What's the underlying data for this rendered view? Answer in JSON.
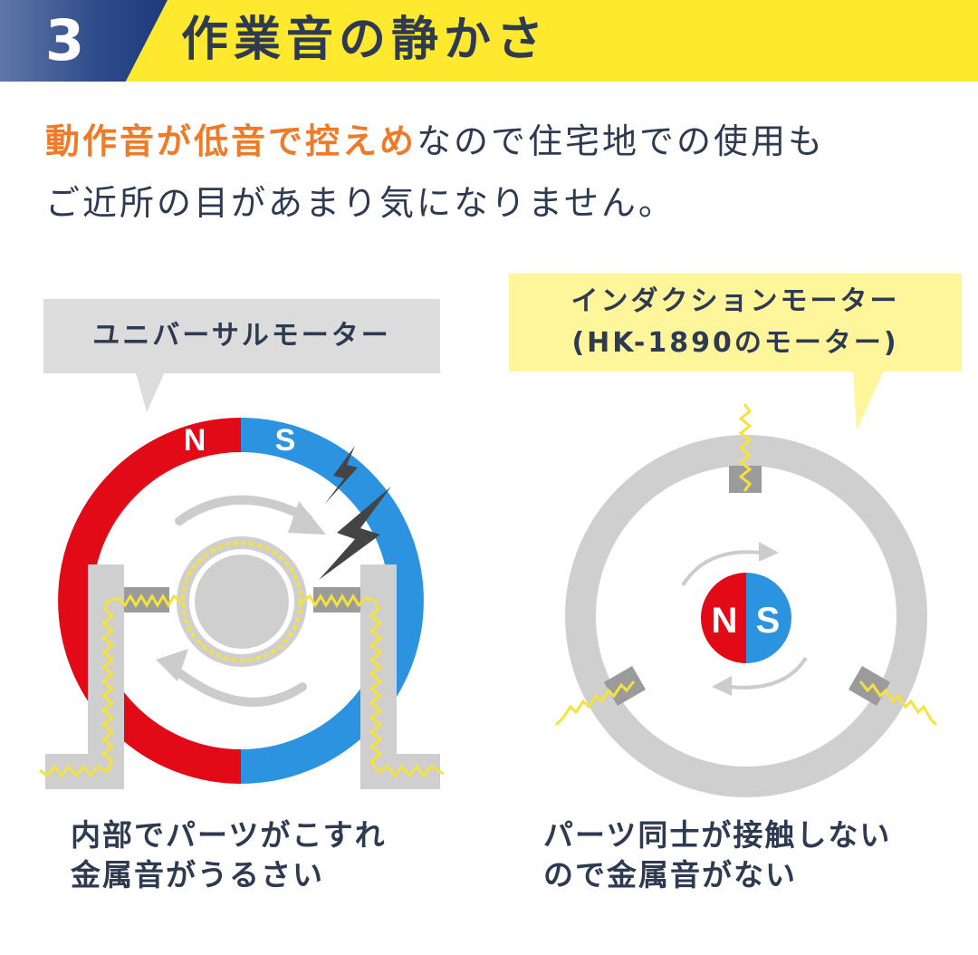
{
  "header": {
    "number": "3",
    "title": "作業音の静かさ",
    "colors": {
      "band": "#ffe92e",
      "number_block": "#2d4a8a",
      "title_text": "#2e3a52"
    }
  },
  "lead": {
    "highlight": "動作音が低音で控えめ",
    "line1_rest": "なので住宅地での使用も",
    "line2": "ご近所の目があまり気になりません。",
    "colors": {
      "highlight": "#ef7a27",
      "text": "#2e3a52"
    }
  },
  "left_panel": {
    "bubble_label": "ユニバーサルモーター",
    "pole_n": "N",
    "pole_s": "S",
    "caption_line1": "内部でパーツがこすれ",
    "caption_line2": "金属音がうるさい",
    "icons": [
      "stator-ring-icon",
      "rotor-icon",
      "rotation-arrow-icon",
      "spark-icon",
      "vibration-wave-icon",
      "bracket-icon"
    ],
    "colors": {
      "bubble": "#dcdcdc",
      "north": "#e20a16",
      "south": "#2b93e0",
      "spark": "#4a4a4a",
      "vibration": "#f5e23a"
    }
  },
  "right_panel": {
    "bubble_label_line1": "インダクションモーター",
    "bubble_label_line2": "(HK-1890のモーター)",
    "pole_n": "N",
    "pole_s": "S",
    "caption_line1": "パーツ同士が接触しない",
    "caption_line2": "ので金属音がない",
    "icons": [
      "stator-ring-icon",
      "magnet-rotor-icon",
      "rotation-arrow-icon",
      "vibration-wave-icon"
    ],
    "colors": {
      "bubble": "#fff59a",
      "ring": "#cfcfcf",
      "north": "#e20a16",
      "south": "#2b93e0"
    }
  }
}
